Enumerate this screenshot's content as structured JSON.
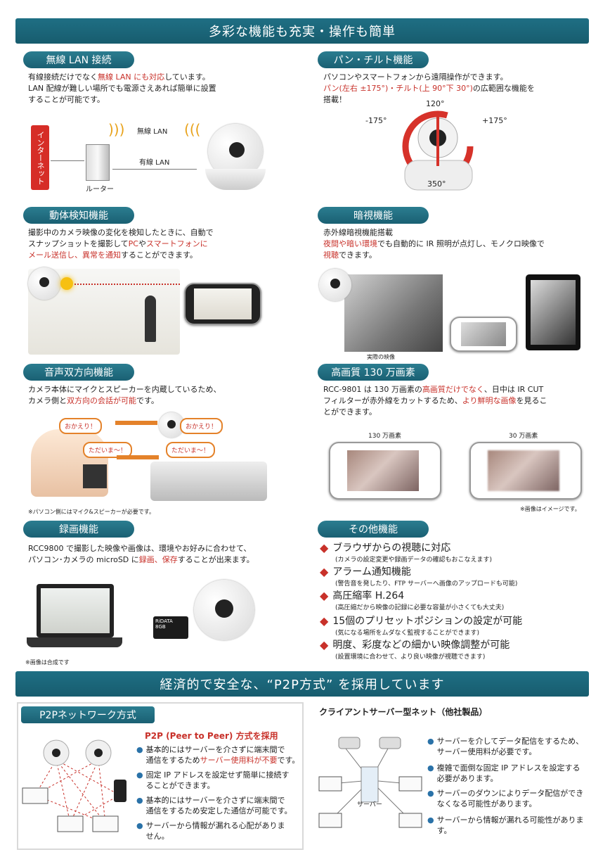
{
  "banner_top": "多彩な機能も充実・操作も簡単",
  "wireless": {
    "title": "無線 LAN 接続",
    "line1_a": "有線接続だけでなく",
    "line1_b": "無線 LAN にも対応",
    "line1_c": "しています。",
    "line2": "LAN 配線が難しい場所でも電源さえあれば簡単に設置",
    "line3": "することが可能です。",
    "internet": "インターネット",
    "wifi_label": "無線 LAN",
    "wired_label": "有線 LAN",
    "router": "ルーター"
  },
  "pantilt": {
    "title": "パン・チルト機能",
    "line1": "パソコンやスマートフォンから遠隔操作ができます。",
    "line2_a": "パン(左右 ±175°)・チルト(上 90°下 30°)",
    "line2_b": "の広範囲な機能を",
    "line3": "搭載！",
    "deg_left": "-175°",
    "deg_top": "120°",
    "deg_right": "+175°",
    "deg_bottom": "350°"
  },
  "motion": {
    "title": "動体検知機能",
    "line1": "撮影中のカメラ映像の変化を検知したときに、自動で",
    "line2_a": "スナップショットを撮影して",
    "line2_b": "PC",
    "line2_c": "や",
    "line2_d": "スマートフォンに",
    "line3_a": "メール送信し、異常を通知",
    "line3_b": "することができます。"
  },
  "night": {
    "title": "暗視機能",
    "line1": "赤外線暗視機能搭載",
    "line2_a": "夜間や暗い環境",
    "line2_b": "でも自動的に IR 照明が点灯し、モノクロ映像で",
    "line3_a": "視聴",
    "line3_b": "できます。",
    "caption": "実際の映像"
  },
  "audio": {
    "title": "音声双方向機能",
    "line1": "カメラ本体にマイクとスピーカーを内蔵しているため、",
    "line2_a": "カメラ側と",
    "line2_b": "双方向の会話が可能",
    "line2_c": "です。",
    "bubble1": "おかえり！",
    "bubble2": "おかえり！",
    "bubble3": "ただいま〜！",
    "bubble4": "ただいま〜！",
    "note": "※パソコン側にはマイク&スピーカーが必要です。"
  },
  "hd": {
    "title": "高画質 130 万画素",
    "line1_a": "RCC-9801 は 130 万画素の",
    "line1_b": "高画質だけでなく",
    "line1_c": "、日中は IR CUT",
    "line2_a": "フィルターが赤外線をカットするため、",
    "line2_b": "より鮮明な画像",
    "line2_c": "を見るこ",
    "line3": "とができます。",
    "label_a": "130 万画素",
    "label_b": "30 万画素",
    "note": "※画像はイメージです。"
  },
  "recording": {
    "title": "録画機能",
    "line1": "RCC9800 で撮影した映像や画像は、環境やお好みに合わせて、",
    "line2_a": "パソコン･カメラの microSD に",
    "line2_b": "録画、保存",
    "line2_c": "することが出来ます。",
    "note": "※画像は合成です",
    "sd_brand": "RiDATA",
    "sd_size": "8GB"
  },
  "other": {
    "title": "その他機能",
    "items": [
      {
        "h": "ブラウザからの視聴に対応",
        "d": "(カメラの設定変更や録画データの確認もおこなえます)"
      },
      {
        "h": "アラーム通知機能",
        "d": "(警告音を発したり、FTP サーバーへ画像のアップロードも可能)"
      },
      {
        "h": "高圧縮率 H.264",
        "d": "(高圧縮だから映像の記録に必要な容量が小さくても大丈夫)"
      },
      {
        "h": "15個のプリセットポジションの設定が可能",
        "d": "(気になる場所をムダなく監視することができます)"
      },
      {
        "h": "明度、彩度などの細かい映像調整が可能",
        "d": "(設置環境に合わせて、より良い映像が視聴できます)"
      }
    ]
  },
  "banner_bottom": "経済的で安全な、“P2P方式” を採用しています",
  "p2p": {
    "title": "P2Pネットワーク方式",
    "heading": "P2P (Peer to Peer) 方式を採用",
    "b1_a": "基本的にはサーバーを介さずに端末間で",
    "b1_b": "通信をするため",
    "b1_c": "サーバー使用料が不要",
    "b1_d": "です。",
    "b2_a": "固定 IP アドレスを設定せず簡単に接続す",
    "b2_b": "ることができます。",
    "b3_a": "基本的にはサーバーを介さずに端末間で",
    "b3_b": "通信をするため安定した通信が可能です。",
    "b4_a": "サーバーから情報が漏れる心配がありま",
    "b4_b": "せん。"
  },
  "client": {
    "title": "クライアントサーバー型ネット（他社製品）",
    "server": "サーバー",
    "b1_a": "サーバーを介してデータ配信をするため、",
    "b1_b": "サーバー使用料が必要です。",
    "b2_a": "複雑で面倒な固定 IP アドレスを設定する",
    "b2_b": "必要があります。",
    "b3_a": "サーバーのダウンによりデータ配信ができ",
    "b3_b": "なくなる可能性があります。",
    "b4_a": "サーバーから情報が漏れる可能性がありま",
    "b4_b": "す。"
  },
  "colors": {
    "banner": "#1f6f84",
    "accent_red": "#c8312a",
    "bullet_blue": "#2a72a8"
  }
}
